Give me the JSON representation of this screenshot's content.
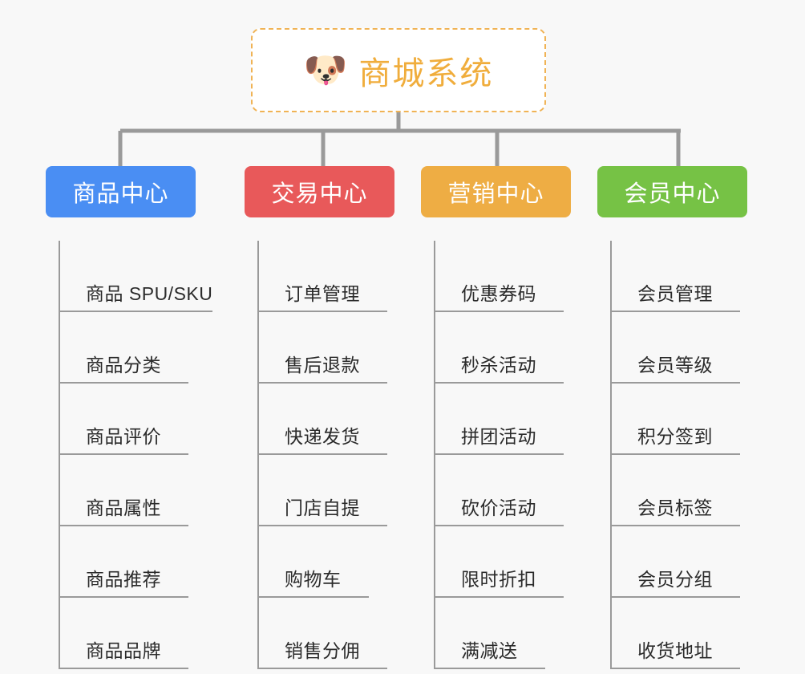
{
  "background_color": "#f8f8f8",
  "root": {
    "icon": "shiba-dog-face-emoji",
    "emoji": "🐶",
    "title": "商城系统",
    "title_color": "#f0ad3c",
    "border_color": "#f0b355",
    "background_color": "#ffffff"
  },
  "connector_color": "#9a9a9a",
  "branches": [
    {
      "title": "商品中心",
      "color": "#4a8ef3",
      "items": [
        "商品 SPU/SKU",
        "商品分类",
        "商品评价",
        "商品属性",
        "商品推荐",
        "商品品牌"
      ]
    },
    {
      "title": "交易中心",
      "color": "#e8595a",
      "items": [
        "订单管理",
        "售后退款",
        "快递发货",
        "门店自提",
        "购物车",
        "销售分佣"
      ]
    },
    {
      "title": "营销中心",
      "color": "#eead44",
      "items": [
        "优惠券码",
        "秒杀活动",
        "拼团活动",
        "砍价活动",
        "限时折扣",
        "满减送"
      ]
    },
    {
      "title": "会员中心",
      "color": "#76c245",
      "items": [
        "会员管理",
        "会员等级",
        "积分签到",
        "会员标签",
        "会员分组",
        "收货地址"
      ]
    }
  ]
}
